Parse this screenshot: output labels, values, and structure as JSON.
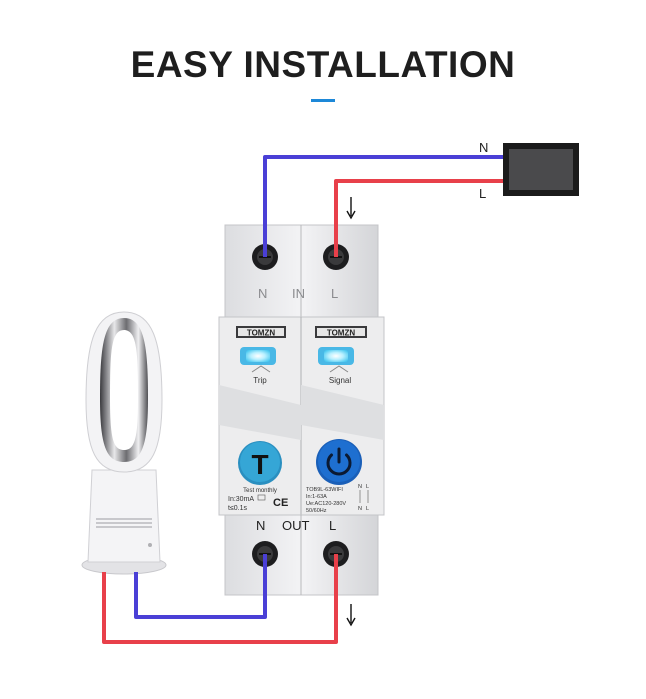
{
  "header": {
    "title": "EASY INSTALLATION"
  },
  "supply": {
    "neutral_label": "N",
    "live_label": "L"
  },
  "breaker": {
    "input": {
      "n_label": "N",
      "in_label": "IN",
      "l_label": "L"
    },
    "output": {
      "n_label": "N",
      "out_label": "OUT",
      "l_label": "L"
    },
    "left_module": {
      "brand": "TOMZN",
      "indicator_label": "Trip",
      "button_letter": "T",
      "button_caption": "Test monthly",
      "spec_line1": "In:30mA",
      "spec_line2": "t≤0.1s",
      "ce_mark": "CE"
    },
    "right_module": {
      "brand": "TOMZN",
      "indicator_label": "Signal",
      "model": "TOB9L-63WIFI",
      "spec_line1": "In:1-63A",
      "spec_line2": "Ue:AC120-280V",
      "spec_line3": "50/60Hz",
      "terminal_n": "N",
      "terminal_l": "L"
    }
  },
  "colors": {
    "neutral_wire": "#4a3fd6",
    "live_wire": "#e8404a",
    "title_accent": "#1d88d8",
    "test_button": "#35a6d6",
    "power_button": "#1e6fd0"
  },
  "icons": {
    "power_button_icon": "power-icon",
    "flow_arrow": "down-arrow-icon"
  }
}
